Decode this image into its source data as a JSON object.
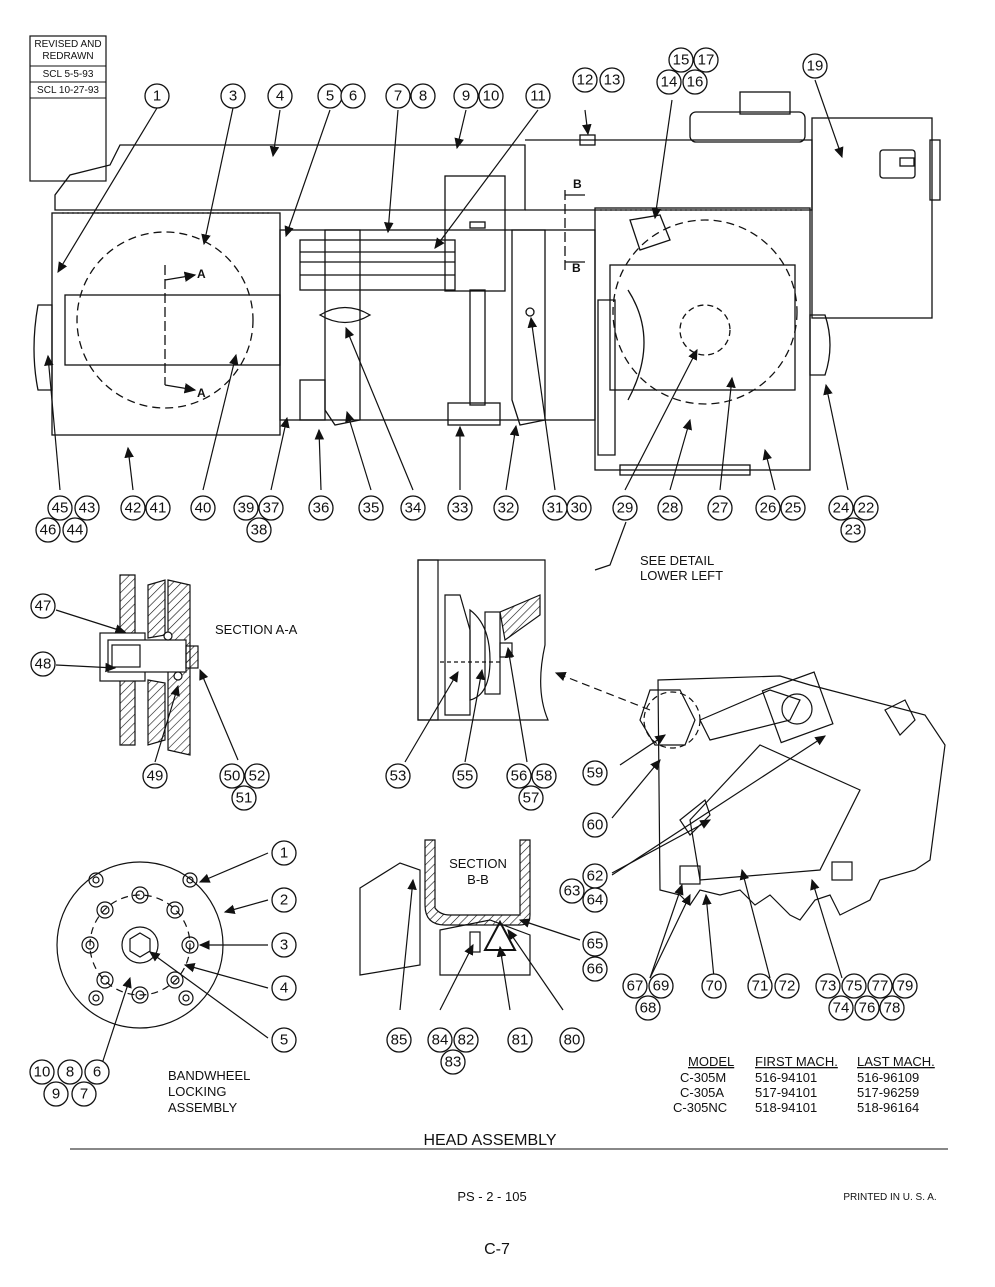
{
  "revision_block": {
    "title_line1": "REVISED AND",
    "title_line2": "REDRAWN",
    "rev1": "SCL 5-5-93",
    "rev2": "SCL 10-27-93"
  },
  "section_labels": {
    "section_aa": "SECTION A-A",
    "section_bb_line1": "SECTION",
    "section_bb_line2": "B-B",
    "section_marker_a": "A",
    "section_marker_b": "B",
    "detail_note_line1": "SEE DETAIL",
    "detail_note_line2": "LOWER LEFT",
    "bandwheel_line1": "BANDWHEEL",
    "bandwheel_line2": "LOCKING",
    "bandwheel_line3": "ASSEMBLY"
  },
  "model_table": {
    "headers": [
      "MODEL",
      "FIRST MACH.",
      "LAST MACH."
    ],
    "rows": [
      [
        "C-305M",
        "516-94101",
        "516-96109"
      ],
      [
        "C-305A",
        "517-94101",
        "517-96259"
      ],
      [
        "C-305NC",
        "518-94101",
        "518-96164"
      ]
    ]
  },
  "footer": {
    "title": "HEAD ASSEMBLY",
    "page_code": "PS - 2 - 105",
    "printed": "PRINTED IN U. S. A.",
    "page_number": "C-7"
  },
  "callouts": {
    "main": [
      "1",
      "3",
      "4",
      "5",
      "6",
      "7",
      "8",
      "9",
      "10",
      "11",
      "12",
      "13",
      "14",
      "15",
      "16",
      "17",
      "19",
      "45",
      "43",
      "46",
      "44",
      "42",
      "41",
      "40",
      "39",
      "37",
      "38",
      "36",
      "35",
      "34",
      "33",
      "32",
      "31",
      "30",
      "29",
      "28",
      "27",
      "26",
      "25",
      "24",
      "22",
      "23"
    ],
    "section_aa": [
      "47",
      "48",
      "49",
      "50",
      "52",
      "51"
    ],
    "detail_left": [
      "53",
      "55",
      "56",
      "58",
      "57"
    ],
    "detail_right": [
      "59",
      "60",
      "62",
      "63",
      "64",
      "65",
      "66",
      "67",
      "69",
      "68",
      "70",
      "71",
      "72",
      "73",
      "75",
      "77",
      "79",
      "74",
      "76",
      "78"
    ],
    "section_bb": [
      "85",
      "84",
      "82",
      "83",
      "81",
      "80"
    ],
    "bandwheel": [
      "1",
      "2",
      "3",
      "4",
      "5",
      "10",
      "8",
      "6",
      "9",
      "7"
    ]
  }
}
